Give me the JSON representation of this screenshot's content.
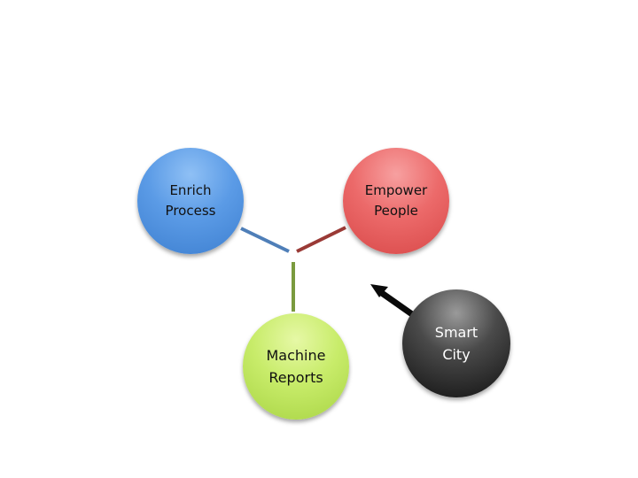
{
  "nodes": {
    "enrich": {
      "line1": "Enrich",
      "line2": "Process",
      "color": "#5b9be6"
    },
    "empower": {
      "line1": "Empower",
      "line2": "People",
      "color": "#ec6a6a"
    },
    "machine": {
      "line1": "Machine",
      "line2": "Reports",
      "color": "#c8ec6a"
    },
    "smart": {
      "line1": "Smart",
      "line2": "City",
      "color": "#333333"
    }
  },
  "connectors": {
    "blue": "#4f7fb8",
    "red": "#9a3a36",
    "green": "#7a9a3e",
    "arrow": "#0a0a0a"
  }
}
